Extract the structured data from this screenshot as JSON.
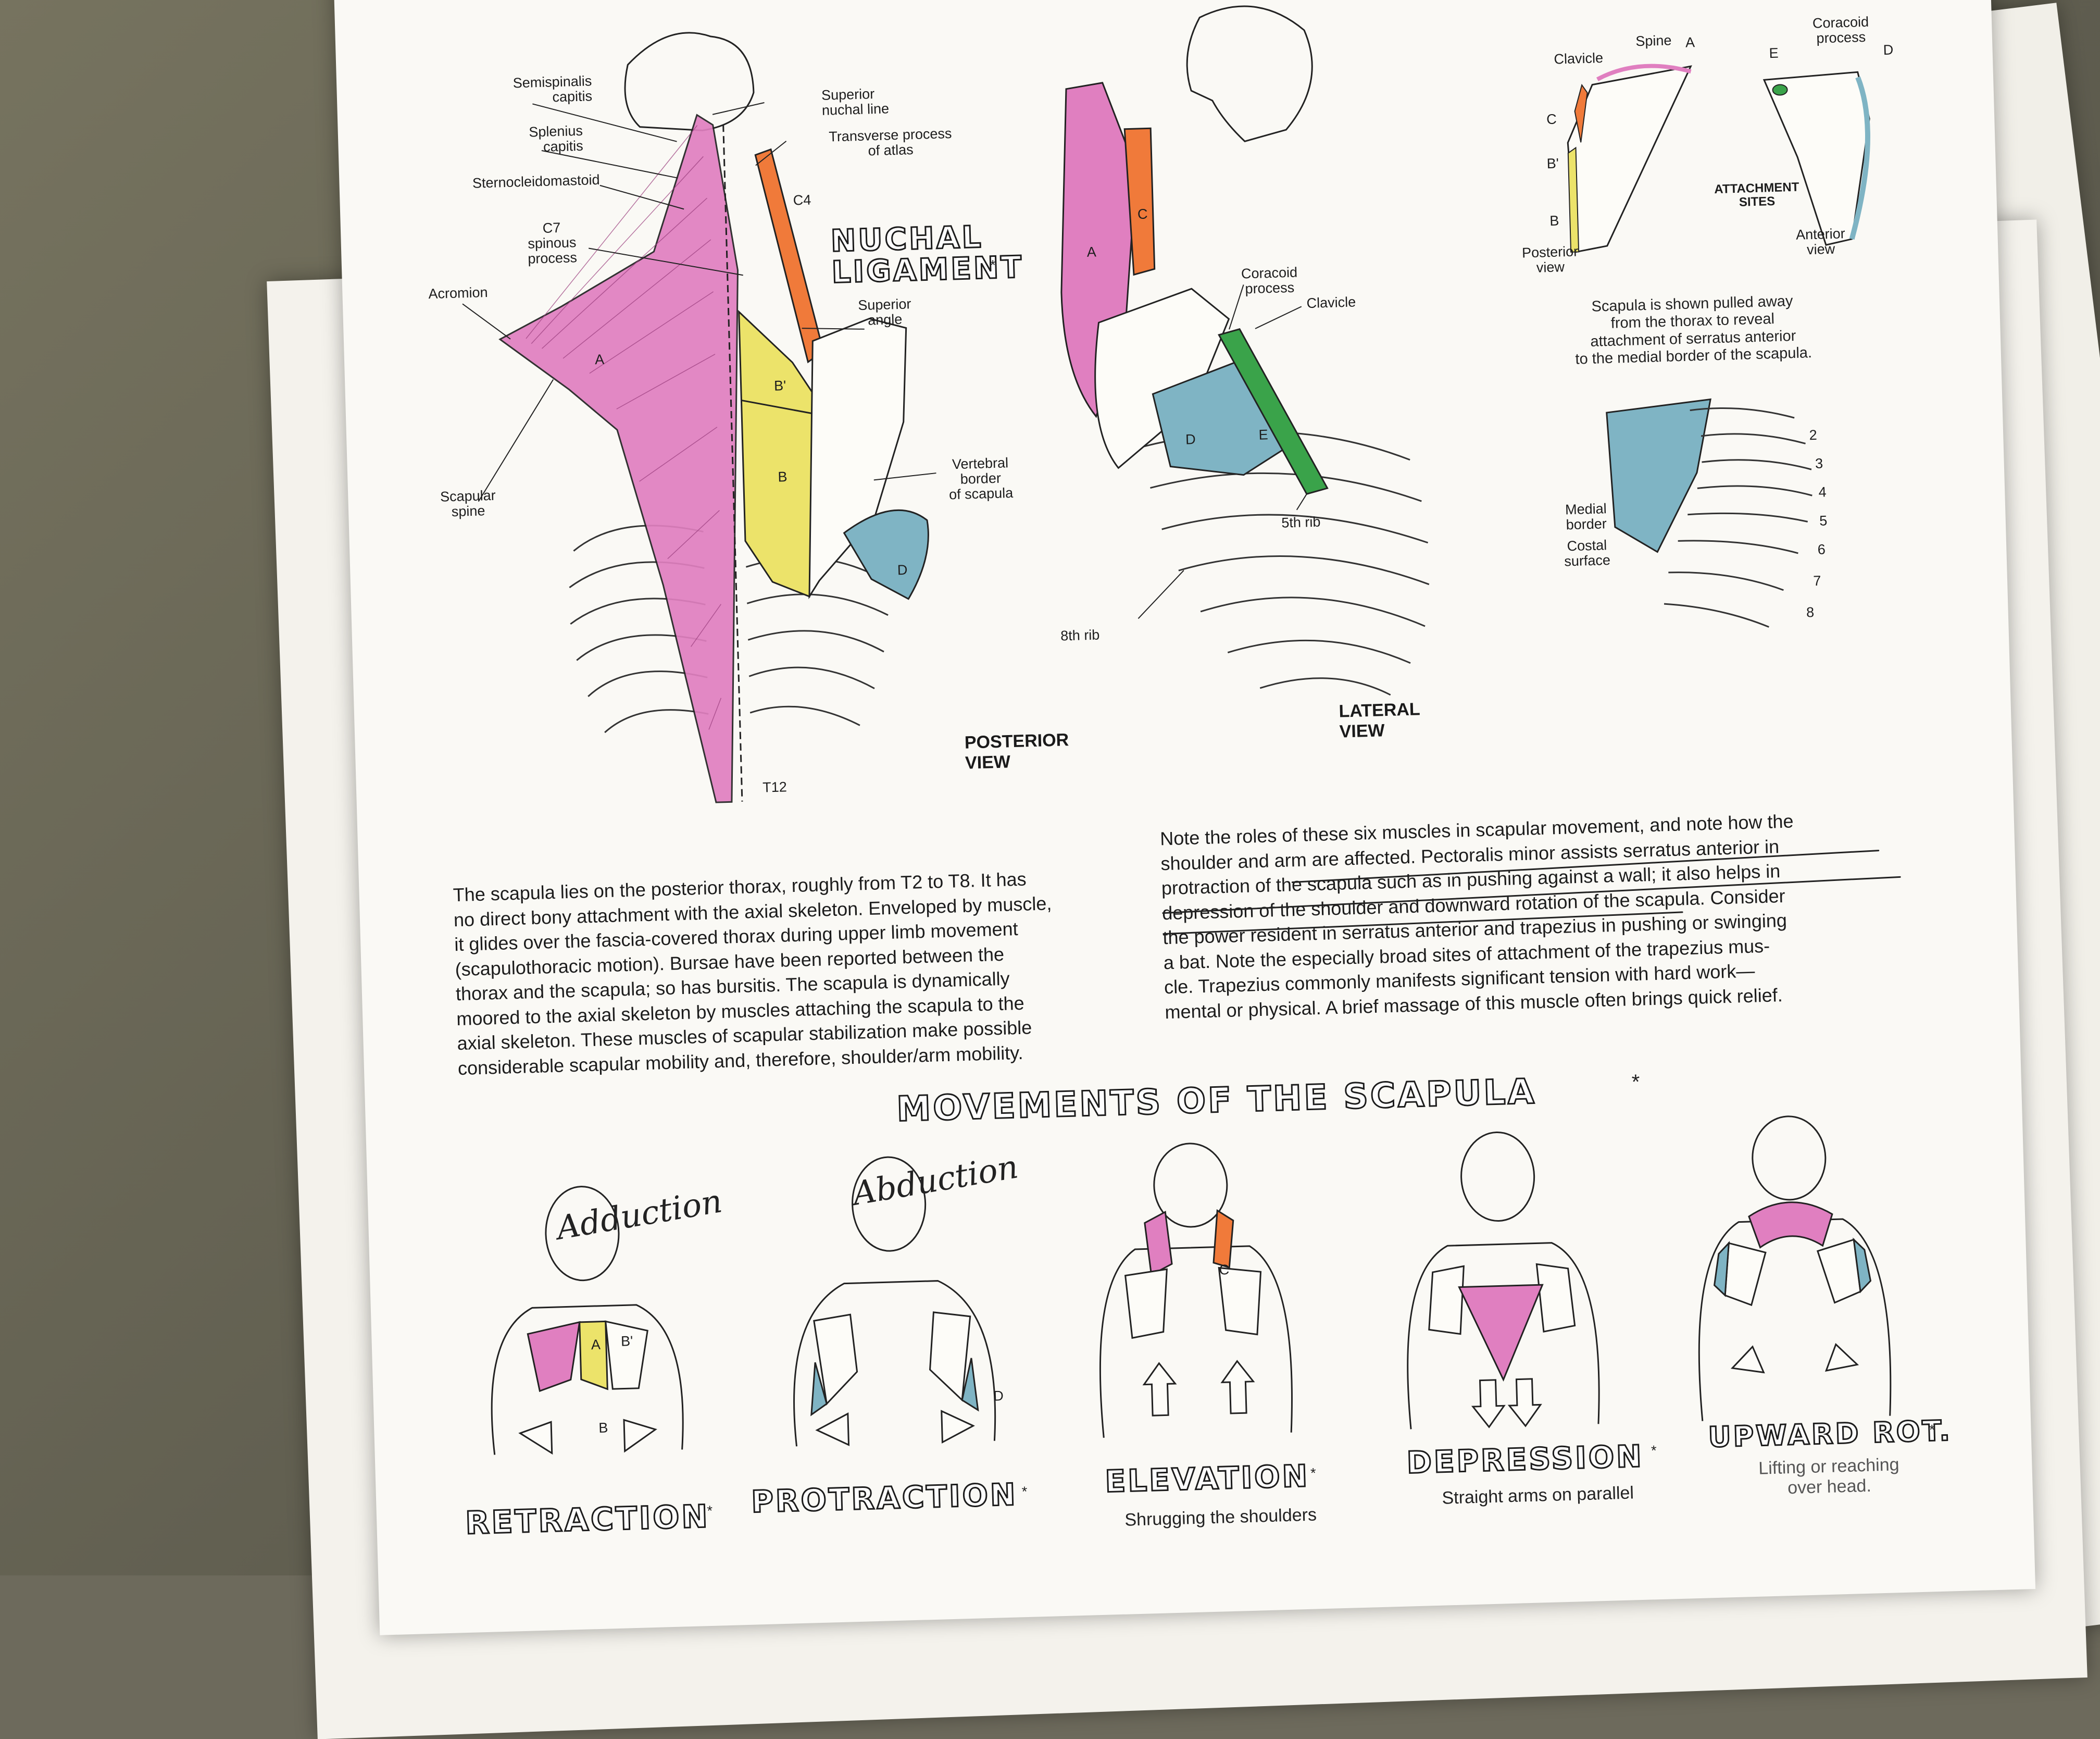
{
  "top_left": {
    "labels": {
      "semispinalis": "Semispinalis\ncapitis",
      "splenius": "Splenius\ncapitis",
      "sternocleido": "Sternocleidomastoid",
      "c7": "C7\nspinous\nprocess",
      "acromion": "Acromion",
      "scapular_spine": "Scapular\nspine",
      "superior_nuchal": "Superior\nnuchal line",
      "transverse": "Transverse process\nof atlas",
      "c4": "C4",
      "superior_angle": "Superior\nangle",
      "vertebral_border": "Vertebral\nborder\nof scapula",
      "t12": "T12"
    },
    "nuchal_title_line1": "NUCHAL",
    "nuchal_title_line2": "LIGAMENT",
    "nuchal_mark": "*",
    "view": "POSTERIOR\nVIEW",
    "letters": {
      "a": "A",
      "b1": "B'",
      "b": "B",
      "d": "D"
    }
  },
  "top_middle": {
    "labels": {
      "coracoid": "Coracoid\nprocess",
      "clavicle": "Clavicle",
      "fifth_rib": "5th rib",
      "eighth_rib": "8th rib"
    },
    "view": "LATERAL\nVIEW",
    "letters": {
      "a": "A",
      "c": "C",
      "d": "D",
      "e": "E"
    }
  },
  "top_right": {
    "labels": {
      "spine": "Spine",
      "clavicle": "Clavicle",
      "coracoid": "Coracoid\nprocess",
      "attachment": "ATTACHMENT\nSITES",
      "posterior_view": "Posterior\nview",
      "anterior_view": "Anterior\nview",
      "medial_border": "Medial\nborder",
      "costal_surface": "Costal\nsurface"
    },
    "caption": "Scapula is shown pulled away\nfrom the thorax to reveal\nattachment of serratus anterior\nto the medial border of the scapula.",
    "letters": {
      "a": "A",
      "c": "C",
      "b1": "B'",
      "b": "B",
      "e": "E",
      "d": "D"
    },
    "rib_numbers": [
      "2",
      "3",
      "4",
      "5",
      "6",
      "7",
      "8"
    ]
  },
  "text": {
    "left_lines": [
      "The scapula lies on the posterior thorax, roughly from T2 to T8. It has",
      "no direct bony attachment with the axial skeleton. Enveloped by muscle,",
      "it glides over the fascia-covered thorax during upper limb movement",
      "(scapulothoracic motion). Bursae have been reported between the",
      "thorax and the scapula; so has bursitis. The scapula is dynamically",
      "moored to the axial skeleton by muscles attaching the scapula to the",
      "axial skeleton. These muscles of scapular stabilization make possible",
      "considerable scapular mobility and, therefore, shoulder/arm mobility."
    ],
    "right_lines": [
      "Note the roles of these six muscles in scapular movement, and note how the",
      "shoulder and arm are affected. Pectoralis minor assists serratus anterior in",
      "protraction of the scapula such as in pushing against a wall; it also helps in",
      "depression of the shoulder and downward rotation of the scapula. Consider",
      "the power resident in serratus anterior and trapezius in pushing or swinging",
      "a bat. Note the especially broad sites of attachment of the trapezius mus-",
      "cle. Trapezius commonly manifests significant tension with hard work—",
      "mental or physical. A brief massage of this muscle often brings quick relief."
    ]
  },
  "movements": {
    "title": "MOVEMENTS OF THE SCAPULA",
    "title_mark": "*",
    "handwritten_1": "Adduction",
    "handwritten_2": "Abduction",
    "items": [
      {
        "name": "RETRACTION",
        "mark": "*",
        "caption": ""
      },
      {
        "name": "PROTRACTION",
        "mark": "*",
        "caption": ""
      },
      {
        "name": "ELEVATION",
        "mark": "*",
        "caption": "Shrugging the shoulders"
      },
      {
        "name": "DEPRESSION",
        "mark": "*",
        "caption": "Straight arms on parallel"
      },
      {
        "name": "UPWARD ROT.",
        "mark": "*",
        "caption": "Lifting or reaching\nover head."
      }
    ],
    "figure_letters": {
      "a": "A",
      "b1": "B'",
      "b": "B",
      "c": "C",
      "d": "D"
    }
  },
  "colors": {
    "trapezius": "#e07fc0",
    "rhomboid": "#ece36a",
    "levator": "#f07a3a",
    "serratus": "#7fb4c4",
    "pectoralis_minor": "#3aa34a",
    "ink": "#1b1b1b",
    "paper": "#faf9f5"
  }
}
